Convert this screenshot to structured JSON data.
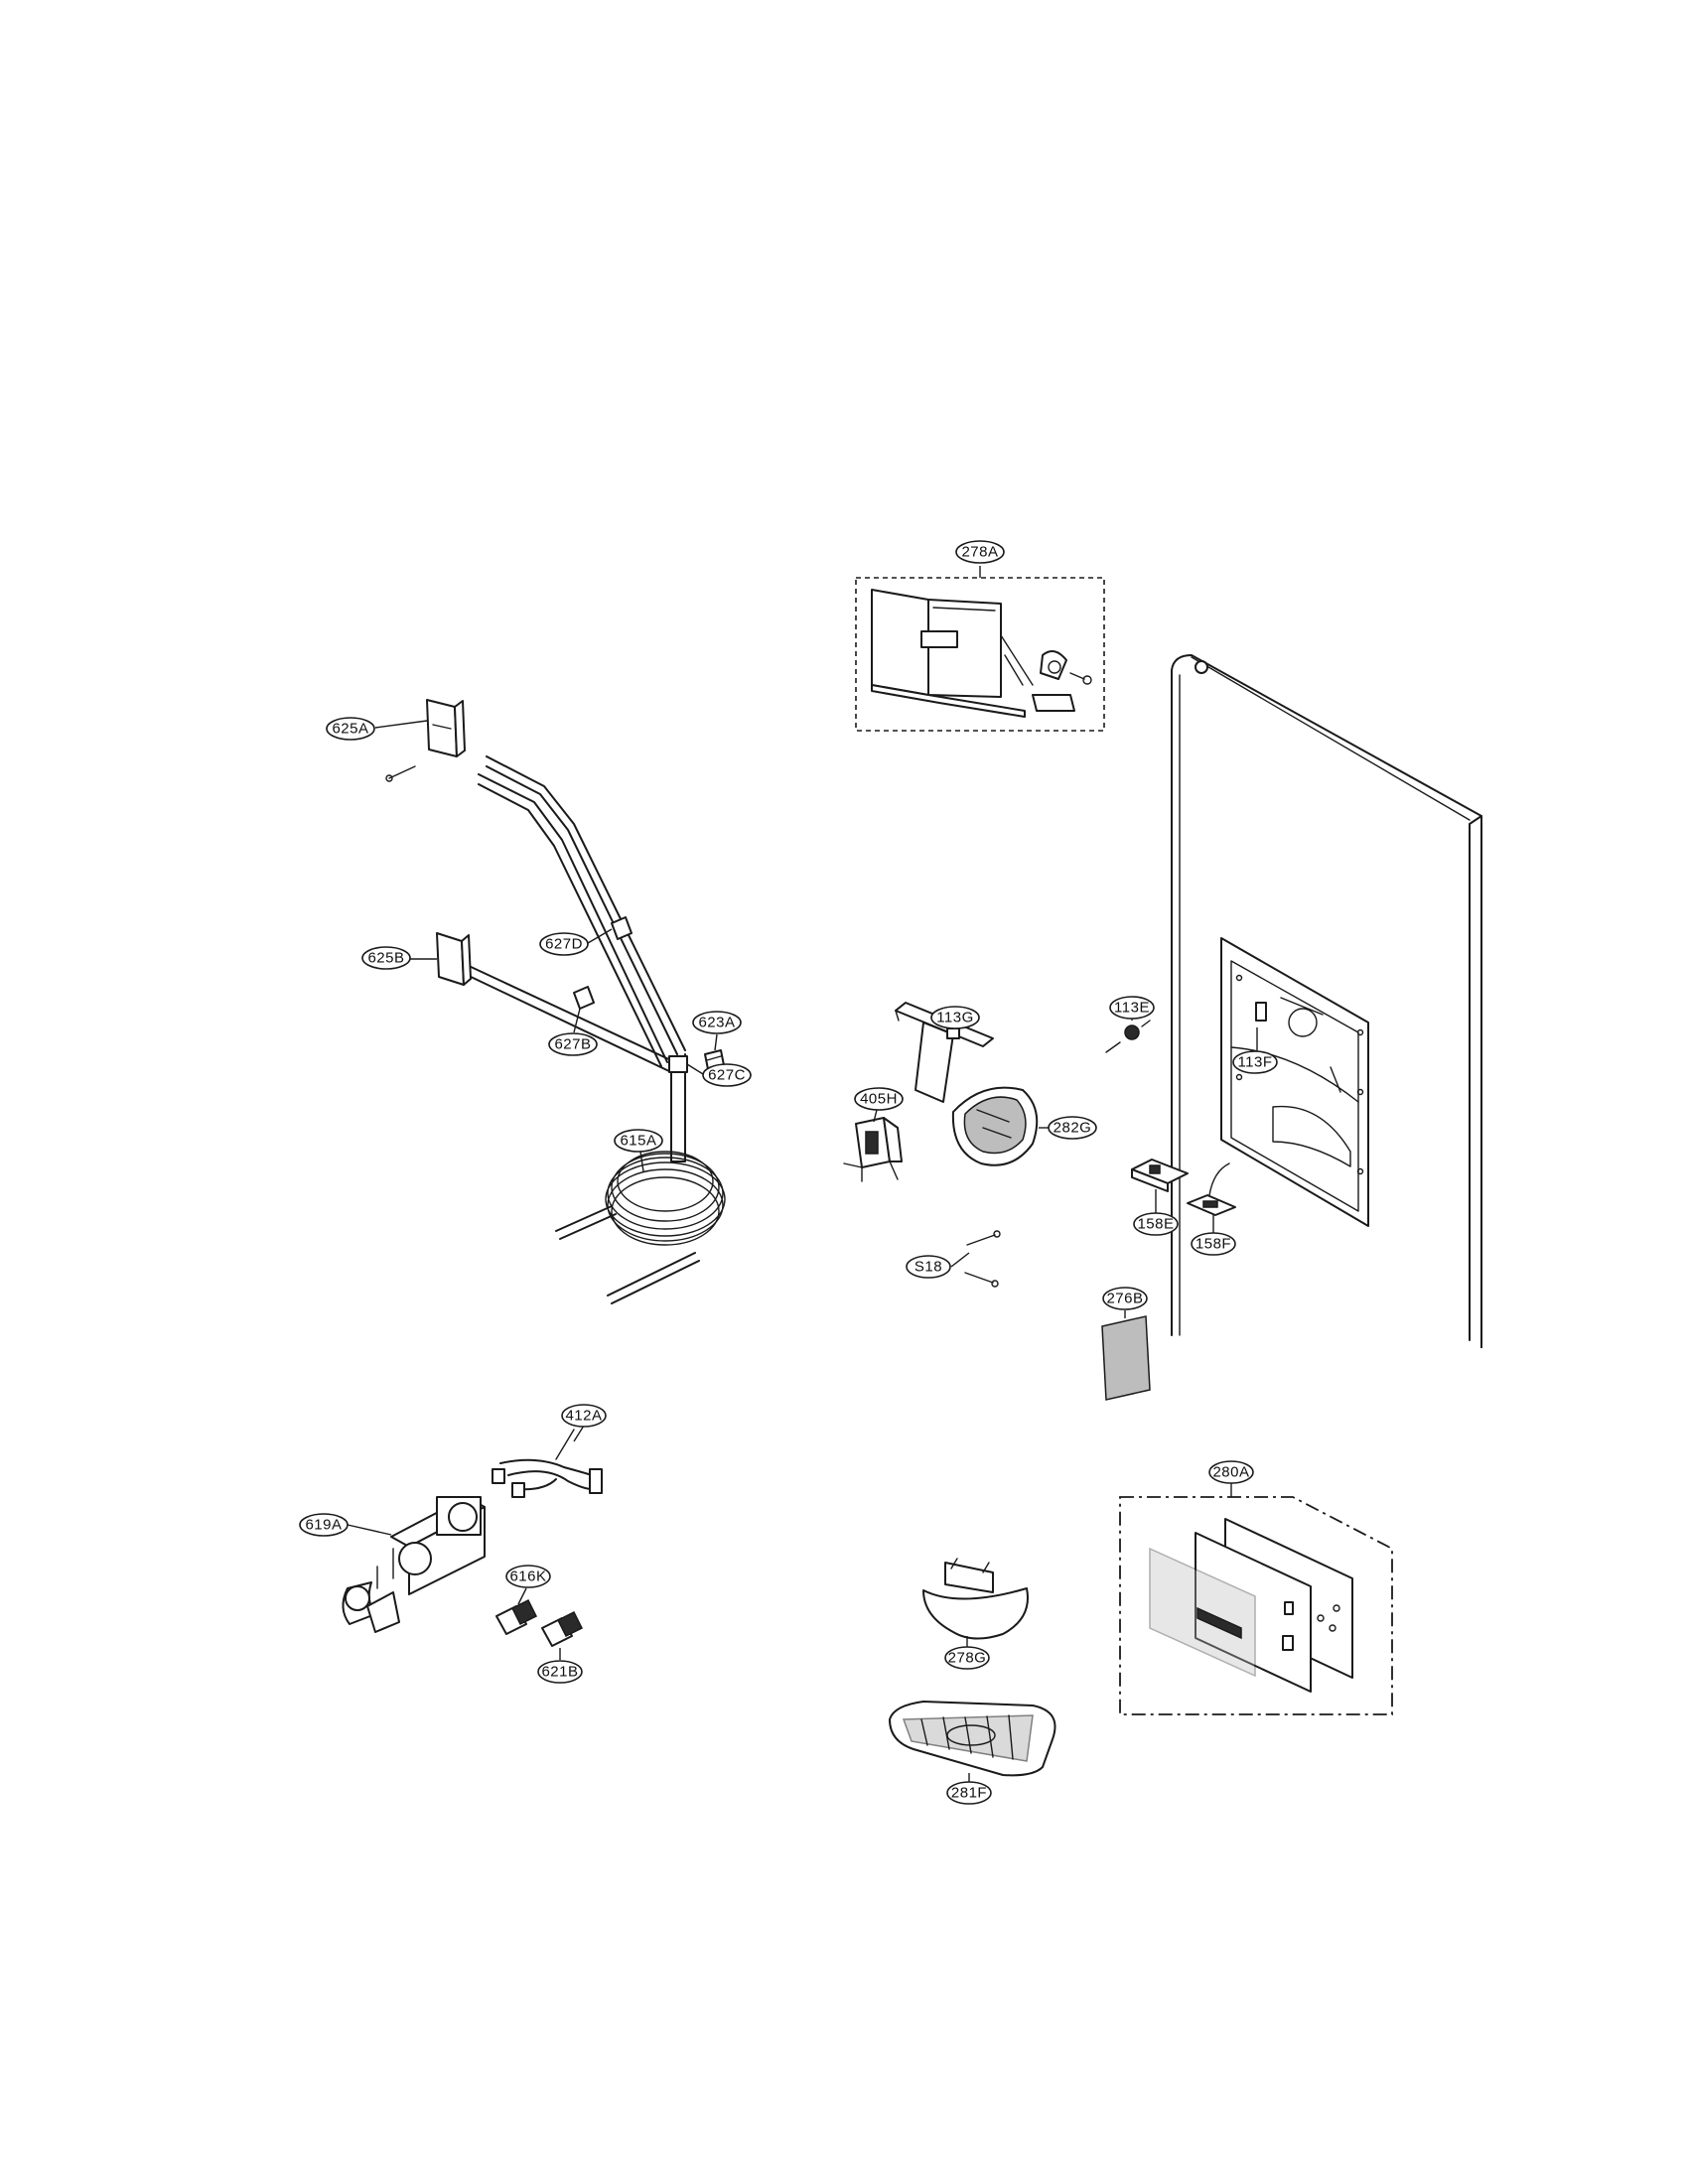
{
  "diagram": {
    "callouts": [
      {
        "id": "278A",
        "label": "278A"
      },
      {
        "id": "625A",
        "label": "625A"
      },
      {
        "id": "625B",
        "label": "625B"
      },
      {
        "id": "627D",
        "label": "627D"
      },
      {
        "id": "627B",
        "label": "627B"
      },
      {
        "id": "623A",
        "label": "623A"
      },
      {
        "id": "627C",
        "label": "627C"
      },
      {
        "id": "615A",
        "label": "615A"
      },
      {
        "id": "113G",
        "label": "113G"
      },
      {
        "id": "405H",
        "label": "405H"
      },
      {
        "id": "282G",
        "label": "282G"
      },
      {
        "id": "113E",
        "label": "113E"
      },
      {
        "id": "113F",
        "label": "113F"
      },
      {
        "id": "158E",
        "label": "158E"
      },
      {
        "id": "158F",
        "label": "158F"
      },
      {
        "id": "S18",
        "label": "S18"
      },
      {
        "id": "276B",
        "label": "276B"
      },
      {
        "id": "412A",
        "label": "412A"
      },
      {
        "id": "619A",
        "label": "619A"
      },
      {
        "id": "616K",
        "label": "616K"
      },
      {
        "id": "621B",
        "label": "621B"
      },
      {
        "id": "280A",
        "label": "280A"
      },
      {
        "id": "278G",
        "label": "278G"
      },
      {
        "id": "281F",
        "label": "281F"
      }
    ]
  }
}
